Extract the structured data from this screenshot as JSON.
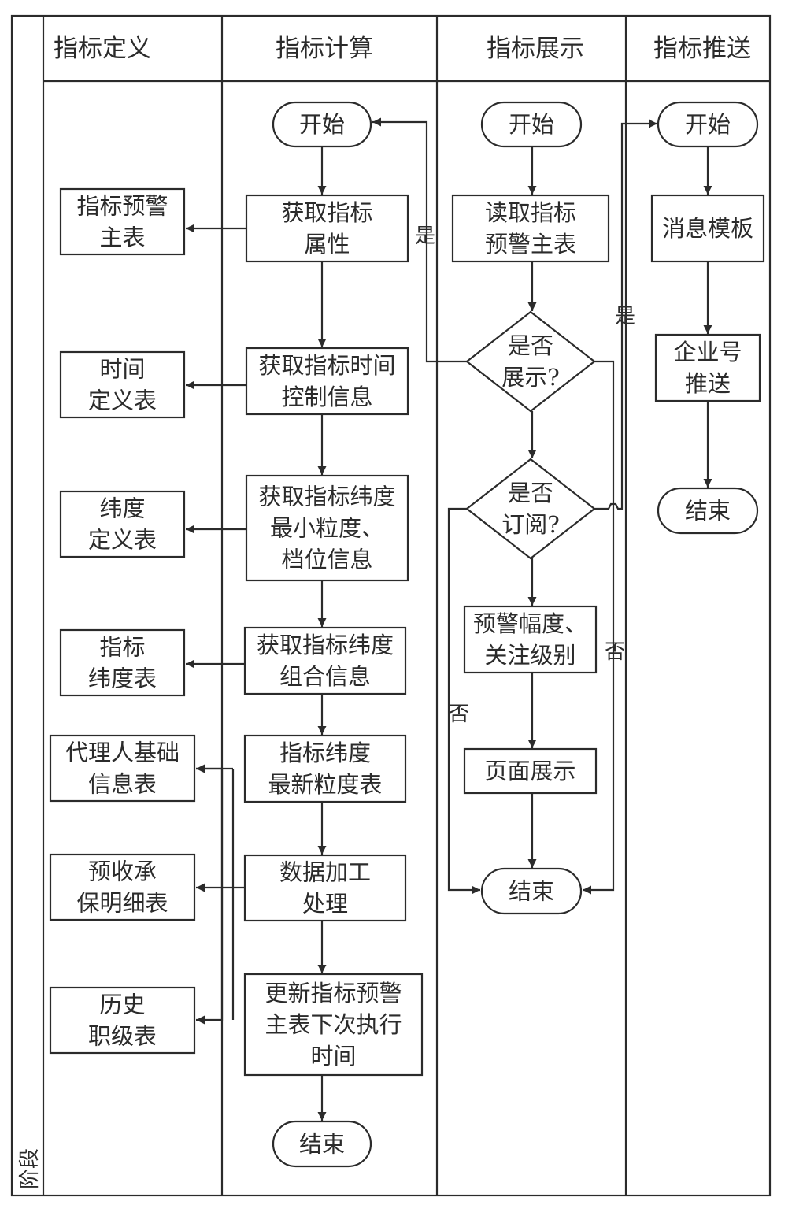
{
  "stage_label": "阶段",
  "lanes": [
    {
      "id": "def",
      "title": "指标定义"
    },
    {
      "id": "calc",
      "title": "指标计算"
    },
    {
      "id": "show",
      "title": "指标展示"
    },
    {
      "id": "push",
      "title": "指标推送"
    }
  ],
  "nodes": {
    "def_master": {
      "lines": [
        "指标预警",
        "主表"
      ]
    },
    "def_time": {
      "lines": [
        "时间",
        "定义表"
      ]
    },
    "def_dim": {
      "lines": [
        "纬度",
        "定义表"
      ]
    },
    "def_idxdim": {
      "lines": [
        "指标",
        "纬度表"
      ]
    },
    "def_agent": {
      "lines": [
        "代理人基础",
        "信息表"
      ]
    },
    "def_premium": {
      "lines": [
        "预收承",
        "保明细表"
      ]
    },
    "def_rank": {
      "lines": [
        "历史",
        "职级表"
      ]
    },
    "calc_start": {
      "lines": [
        "开始"
      ]
    },
    "calc_attr": {
      "lines": [
        "获取指标",
        "属性"
      ]
    },
    "calc_time": {
      "lines": [
        "获取指标时间",
        "控制信息"
      ]
    },
    "calc_gran": {
      "lines": [
        "获取指标纬度",
        "最小粒度、",
        "档位信息"
      ]
    },
    "calc_combo": {
      "lines": [
        "获取指标纬度",
        "组合信息"
      ]
    },
    "calc_latest": {
      "lines": [
        "指标纬度",
        "最新粒度表"
      ]
    },
    "calc_process": {
      "lines": [
        "数据加工",
        "处理"
      ]
    },
    "calc_update": {
      "lines": [
        "更新指标预警",
        "主表下次执行",
        "时间"
      ]
    },
    "calc_end": {
      "lines": [
        "结束"
      ]
    },
    "show_start": {
      "lines": [
        "开始"
      ]
    },
    "show_read": {
      "lines": [
        "读取指标",
        "预警主表"
      ]
    },
    "show_q_display": {
      "lines": [
        "是否",
        "展示?"
      ]
    },
    "show_q_sub": {
      "lines": [
        "是否",
        "订阅?"
      ]
    },
    "show_level": {
      "lines": [
        "预警幅度、",
        "关注级别"
      ]
    },
    "show_page": {
      "lines": [
        "页面展示"
      ]
    },
    "show_end": {
      "lines": [
        "结束"
      ]
    },
    "push_start": {
      "lines": [
        "开始"
      ]
    },
    "push_tpl": {
      "lines": [
        "消息模板"
      ]
    },
    "push_wx": {
      "lines": [
        "企业号",
        "推送"
      ]
    },
    "push_end": {
      "lines": [
        "结束"
      ]
    }
  },
  "edge_labels": {
    "display_yes": "是",
    "subscribe_yes": "是",
    "subscribe_no": "否",
    "display_no": "否"
  }
}
